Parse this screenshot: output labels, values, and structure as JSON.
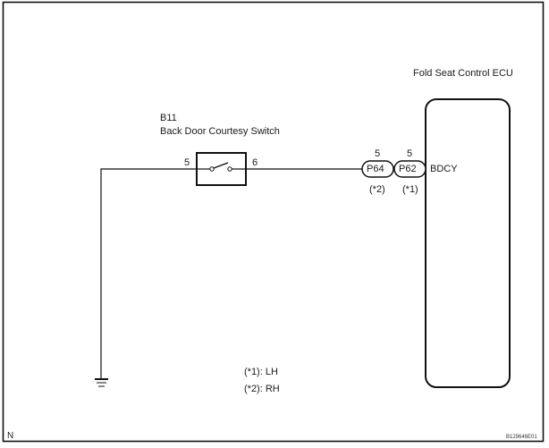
{
  "diagram": {
    "ecu": {
      "title": "Fold Seat Control ECU",
      "terminal": "BDCY"
    },
    "switch": {
      "code": "B11",
      "name": "Back Door Courtesy Switch",
      "pin_left": "5",
      "pin_right": "6"
    },
    "connectors": [
      {
        "name": "P64",
        "pin": "5",
        "note": "(*2)"
      },
      {
        "name": "P62",
        "pin": "5",
        "note": "(*1)"
      }
    ],
    "legend": [
      {
        "key": "(*1)",
        "text": "(*1): LH"
      },
      {
        "key": "(*2)",
        "text": "(*2): RH"
      }
    ],
    "footer": {
      "left_mark": "N",
      "figure_code": "B129646E01"
    },
    "colors": {
      "line": "#111111",
      "background": "#ffffff"
    }
  }
}
